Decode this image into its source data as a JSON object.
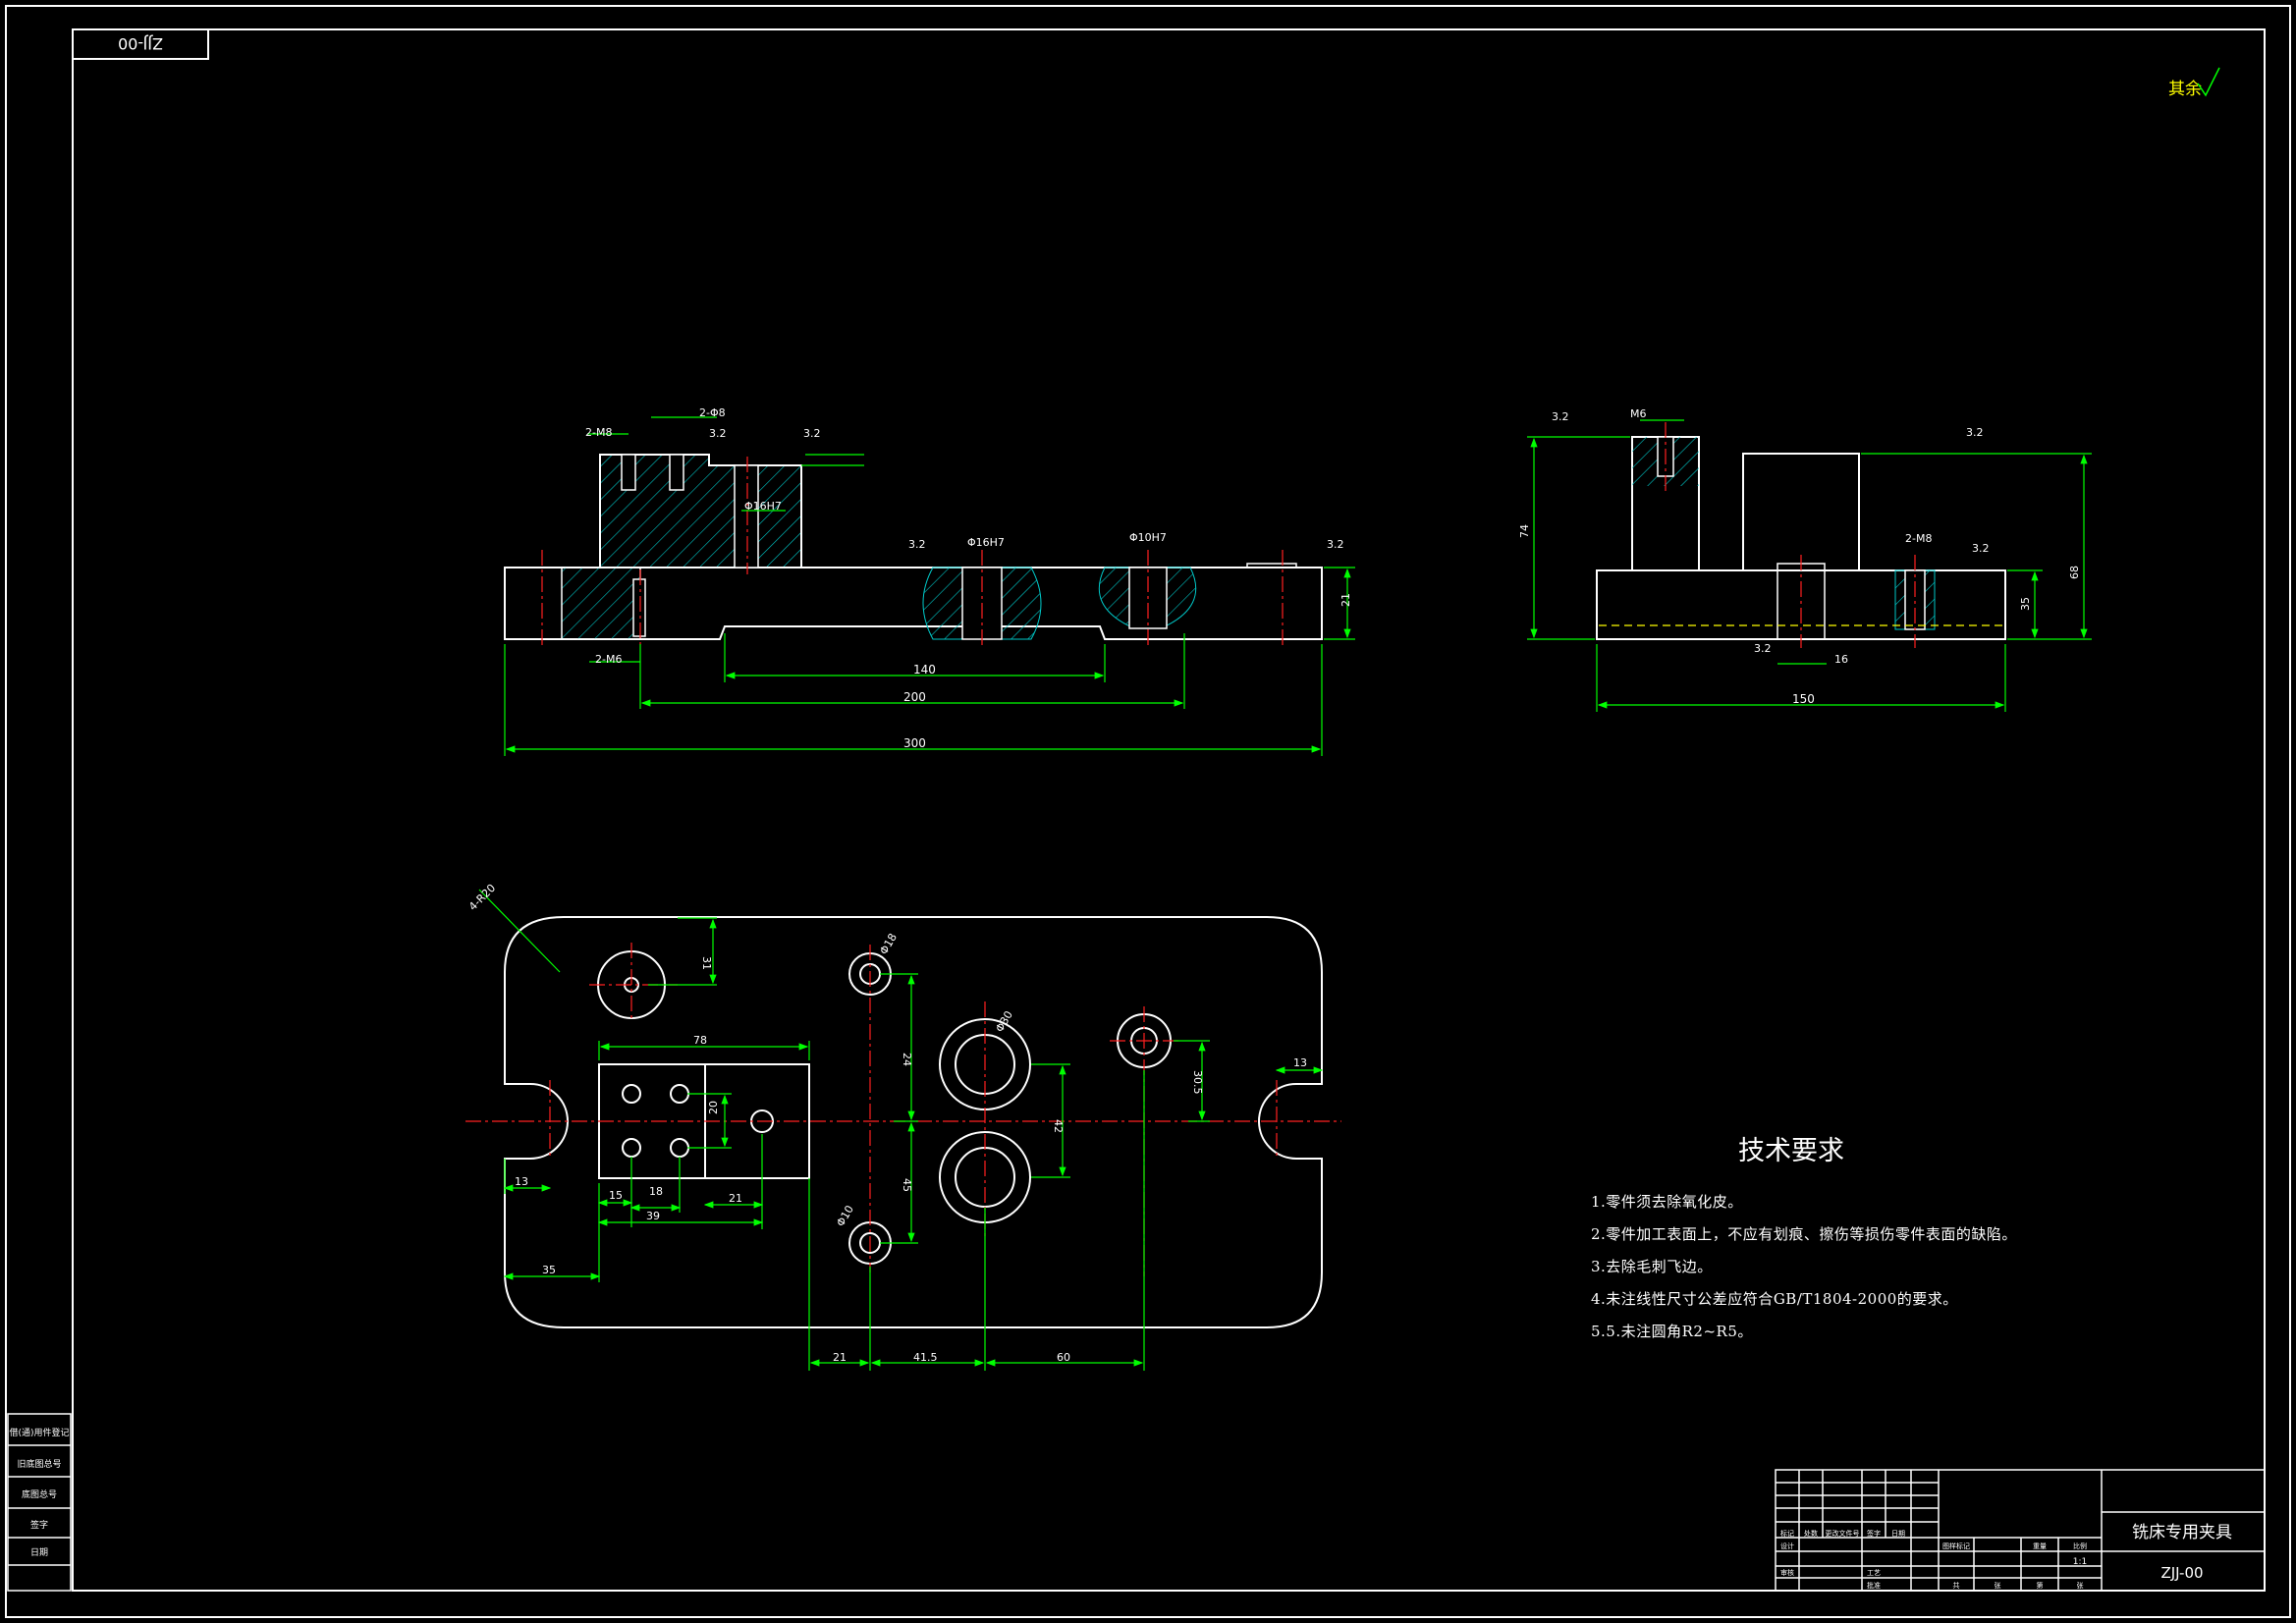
{
  "title_block": {
    "drawing_no_top": "ZJJ-00",
    "part_name": "铣床专用夹具",
    "drawing_no": "ZJJ-00",
    "scale": "1:1",
    "roughness_other": "其余"
  },
  "tech_requirements": {
    "heading": "技术要求",
    "items": [
      "1.零件须去除氧化皮。",
      "2.零件加工表面上，不应有划痕、擦伤等损伤零件表面的缺陷。",
      "3.去除毛刺飞边。",
      "4.未注线性尺寸公差应符合GB/T1804-2000的要求。",
      "5.5.未注圆角R2~R5。"
    ]
  },
  "front_view": {
    "dims": {
      "d140": "140",
      "d200": "200",
      "d300": "300",
      "d2m8": "2-M8",
      "d2m6": "2-M6",
      "d21": "21",
      "phi16h7a": "Φ16H7",
      "phi16h7b": "Φ16H7",
      "phi10h7": "Φ10H7",
      "r32a": "3.2",
      "r32b": "3.2",
      "r32c": "3.2",
      "r32d": "3.2",
      "d2phi8": "2-Φ8"
    }
  },
  "side_view": {
    "dims": {
      "d150": "150",
      "d74": "74",
      "d68": "68",
      "d35": "35",
      "m6": "M6",
      "d16": "16",
      "d2m8": "2-M8",
      "r32a": "3.2",
      "r32b": "3.2",
      "r32c": "3.2",
      "r32d": "3.2"
    }
  },
  "top_view": {
    "dims": {
      "d78": "78",
      "d35": "35",
      "d13a": "13",
      "d13b": "13",
      "d15": "15",
      "d18": "18",
      "d39": "39",
      "d21a": "21",
      "d21b": "21",
      "d41_5": "41.5",
      "d60": "60",
      "d31": "31",
      "d20": "20",
      "d24": "24",
      "d42": "42",
      "d45": "45",
      "d30_5": "30.5",
      "r20": "4-R20",
      "phi18": "Φ18",
      "phi30": "Φ30",
      "phi10": "Φ10"
    }
  },
  "left_strip": {
    "items": [
      "借(通)用件登记",
      "旧底图总号",
      "底图总号",
      "签字",
      "日期"
    ]
  },
  "title_table": {
    "labels": [
      "标记",
      "处数",
      "更改文件号",
      "签字",
      "日期",
      "设计",
      "审核",
      "工艺",
      "批准",
      "图样标记",
      "重量",
      "比例",
      "共",
      "张",
      "第",
      "张"
    ]
  }
}
